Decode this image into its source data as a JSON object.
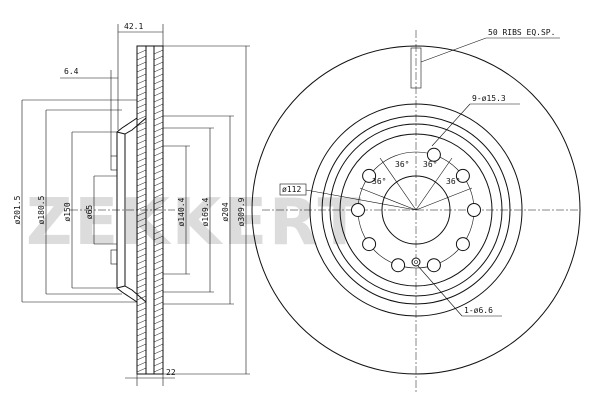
{
  "brand": {
    "watermark": "ZEKKERT",
    "watermark_color": "#dcdcdc"
  },
  "section_view": {
    "dimensions": {
      "total_thickness": "42.1",
      "offset": "6.4",
      "disc_thickness": "22",
      "d_201_5": "ø201.5",
      "d_180_5": "ø180.5",
      "d_150": "ø150",
      "d_65": "ø65",
      "d_140_4": "ø140.4",
      "d_169_4": "ø169.4",
      "d_204": "ø204",
      "d_309_9": "ø309.9"
    }
  },
  "front_view": {
    "ribs_note": "50 RIBS EQ.SP.",
    "bolt_holes_note": "9-ø15.3",
    "pin_hole_note": "1-ø6.6",
    "pcd": "ø112",
    "angles": [
      "36°",
      "36°",
      "36°",
      "36°"
    ],
    "bolt_hole_count": 9
  },
  "colors": {
    "line": "#111111",
    "background": "#ffffff"
  }
}
